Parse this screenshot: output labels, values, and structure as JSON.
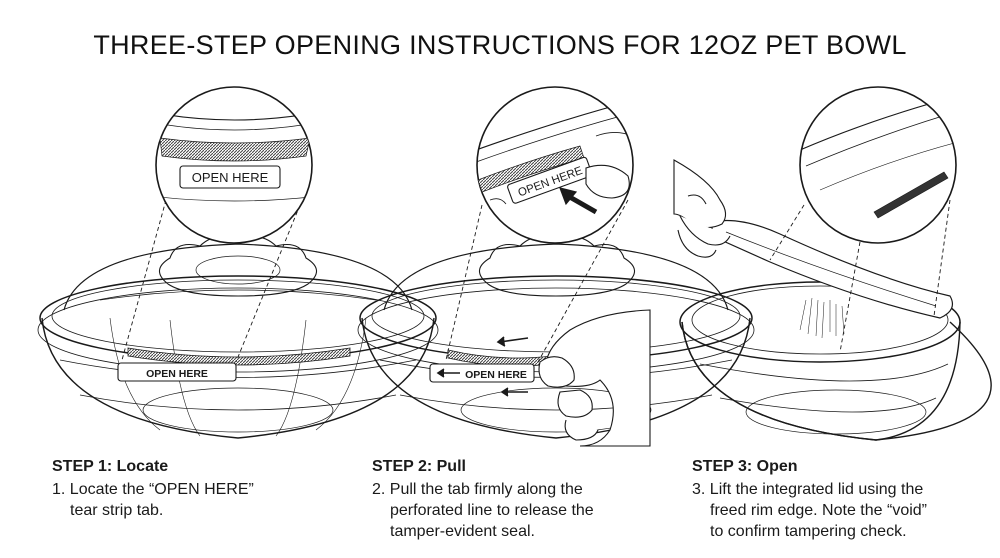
{
  "title": "THREE-STEP OPENING INSTRUCTIONS FOR 12OZ PET BOWL",
  "tab_text": "OPEN HERE",
  "steps": [
    {
      "heading": "STEP 1: Locate",
      "lines": [
        "1. Locate the “OPEN HERE”",
        "tear strip tab."
      ]
    },
    {
      "heading": "STEP 2: Pull",
      "lines": [
        "2. Pull the tab firmly along the",
        "perforated line to release the",
        "tamper-evident seal."
      ]
    },
    {
      "heading": "STEP 3: Open",
      "lines": [
        "3. Lift the integrated lid using the",
        "freed rim edge. Note the “void”",
        "to confirm tampering check."
      ]
    }
  ],
  "colors": {
    "ink": "#1a1a1a",
    "strip": "#555555"
  }
}
